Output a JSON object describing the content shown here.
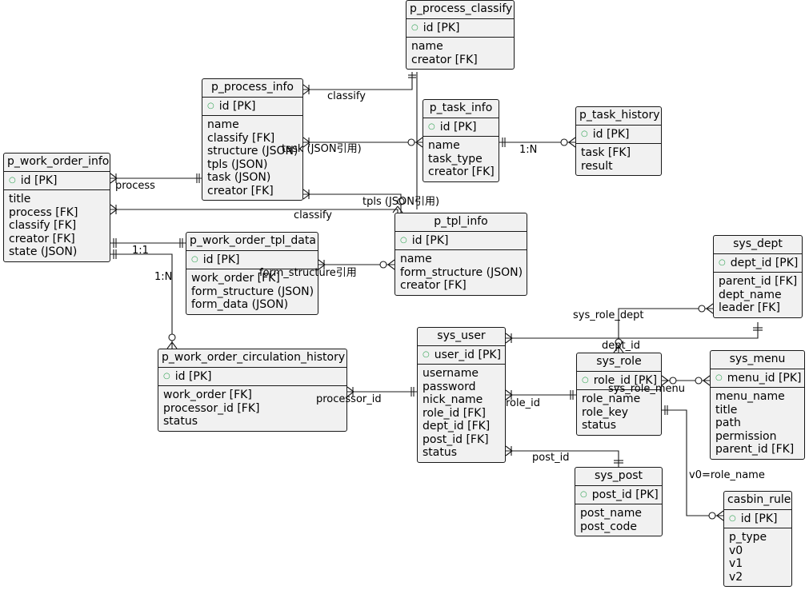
{
  "entities": {
    "p_process_classify": {
      "name": "p_process_classify",
      "keys": [
        "id [PK]"
      ],
      "attrs": [
        "name",
        "creator [FK]"
      ]
    },
    "p_process_info": {
      "name": "p_process_info",
      "keys": [
        "id [PK]"
      ],
      "attrs": [
        "name",
        "classify [FK]",
        "structure (JSON)",
        "tpls (JSON)",
        "task (JSON)",
        "creator [FK]"
      ]
    },
    "p_task_info": {
      "name": "p_task_info",
      "keys": [
        "id [PK]"
      ],
      "attrs": [
        "name",
        "task_type",
        "creator [FK]"
      ]
    },
    "p_task_history": {
      "name": "p_task_history",
      "keys": [
        "id [PK]"
      ],
      "attrs": [
        "task [FK]",
        "result"
      ]
    },
    "p_work_order_info": {
      "name": "p_work_order_info",
      "keys": [
        "id [PK]"
      ],
      "attrs": [
        "title",
        "process [FK]",
        "classify [FK]",
        "creator [FK]",
        "state (JSON)"
      ]
    },
    "p_tpl_info": {
      "name": "p_tpl_info",
      "keys": [
        "id [PK]"
      ],
      "attrs": [
        "name",
        "form_structure (JSON)",
        "creator [FK]"
      ]
    },
    "p_work_order_tpl_data": {
      "name": "p_work_order_tpl_data",
      "keys": [
        "id [PK]"
      ],
      "attrs": [
        "work_order [FK]",
        "form_structure (JSON)",
        "form_data (JSON)"
      ]
    },
    "sys_dept": {
      "name": "sys_dept",
      "keys": [
        "dept_id [PK]"
      ],
      "attrs": [
        "parent_id [FK]",
        "dept_name",
        "leader [FK]"
      ]
    },
    "p_work_order_circulation_history": {
      "name": "p_work_order_circulation_history",
      "keys": [
        "id [PK]"
      ],
      "attrs": [
        "work_order [FK]",
        "processor_id [FK]",
        "status"
      ]
    },
    "sys_user": {
      "name": "sys_user",
      "keys": [
        "user_id [PK]"
      ],
      "attrs": [
        "username",
        "password",
        "nick_name",
        "role_id [FK]",
        "dept_id [FK]",
        "post_id [FK]",
        "status"
      ]
    },
    "sys_role": {
      "name": "sys_role",
      "keys": [
        "role_id [PK]"
      ],
      "attrs": [
        "role_name",
        "role_key",
        "status"
      ]
    },
    "sys_menu": {
      "name": "sys_menu",
      "keys": [
        "menu_id [PK]"
      ],
      "attrs": [
        "menu_name",
        "title",
        "path",
        "permission",
        "parent_id [FK]"
      ]
    },
    "sys_post": {
      "name": "sys_post",
      "keys": [
        "post_id [PK]"
      ],
      "attrs": [
        "post_name",
        "post_code"
      ]
    },
    "casbin_rule": {
      "name": "casbin_rule",
      "keys": [
        "id [PK]"
      ],
      "attrs": [
        "p_type",
        "v0",
        "v1",
        "v2"
      ]
    }
  },
  "labels": {
    "classify_1": "classify",
    "task_json": "task (JSON引用)",
    "one_n_task": "1:N",
    "process": "process",
    "tpls_json": "tpls (JSON引用)",
    "classify_2": "classify",
    "one_one": "1:1",
    "one_n": "1:N",
    "form_structure": "form_structure引用",
    "sys_role_dept": "sys_role_dept",
    "dept_id": "dept_id",
    "sys_role_menu": "sys_role_menu",
    "processor_id": "processor_id",
    "role_id": "role_id",
    "post_id": "post_id",
    "v0_role_name": "v0=role_name"
  },
  "colors": {
    "entity_bg": "#f1f1f1",
    "line": "#181818",
    "key_marker": "#31a354"
  }
}
